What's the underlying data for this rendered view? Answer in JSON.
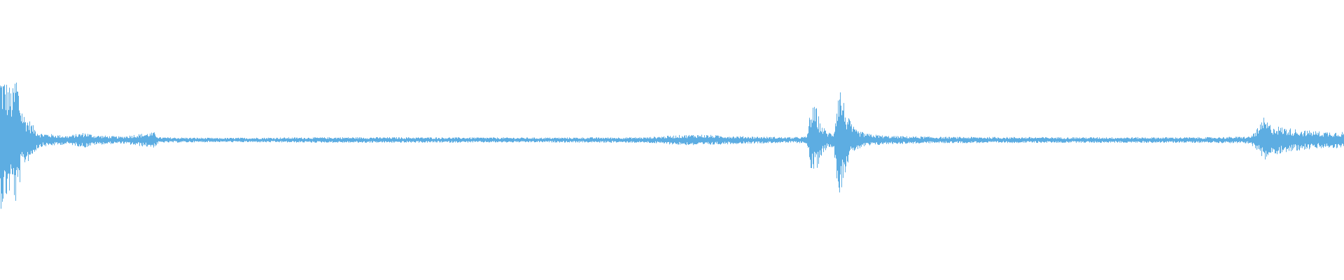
{
  "waveform": {
    "color": "#5dade2",
    "background": "#ffffff",
    "amplitude_profile": [
      [
        0.0,
        0.98
      ],
      [
        0.003,
        0.9
      ],
      [
        0.006,
        0.8
      ],
      [
        0.009,
        0.7
      ],
      [
        0.012,
        1.0
      ],
      [
        0.015,
        0.55
      ],
      [
        0.018,
        0.35
      ],
      [
        0.021,
        0.3
      ],
      [
        0.024,
        0.22
      ],
      [
        0.027,
        0.14
      ],
      [
        0.03,
        0.1
      ],
      [
        0.04,
        0.08
      ],
      [
        0.05,
        0.06
      ],
      [
        0.063,
        0.11
      ],
      [
        0.07,
        0.07
      ],
      [
        0.09,
        0.05
      ],
      [
        0.1,
        0.08
      ],
      [
        0.105,
        0.09
      ],
      [
        0.11,
        0.1
      ],
      [
        0.115,
        0.11
      ],
      [
        0.118,
        0.04
      ],
      [
        0.16,
        0.03
      ],
      [
        0.2,
        0.035
      ],
      [
        0.25,
        0.04
      ],
      [
        0.3,
        0.04
      ],
      [
        0.4,
        0.035
      ],
      [
        0.48,
        0.04
      ],
      [
        0.505,
        0.07
      ],
      [
        0.52,
        0.08
      ],
      [
        0.54,
        0.06
      ],
      [
        0.56,
        0.05
      ],
      [
        0.59,
        0.04
      ],
      [
        0.6,
        0.05
      ],
      [
        0.603,
        0.45
      ],
      [
        0.607,
        0.48
      ],
      [
        0.61,
        0.25
      ],
      [
        0.615,
        0.12
      ],
      [
        0.62,
        0.1
      ],
      [
        0.624,
        0.83
      ],
      [
        0.627,
        0.6
      ],
      [
        0.63,
        0.35
      ],
      [
        0.636,
        0.15
      ],
      [
        0.645,
        0.09
      ],
      [
        0.66,
        0.06
      ],
      [
        0.7,
        0.045
      ],
      [
        0.8,
        0.04
      ],
      [
        0.9,
        0.04
      ],
      [
        0.93,
        0.05
      ],
      [
        0.937,
        0.2
      ],
      [
        0.94,
        0.32
      ],
      [
        0.945,
        0.22
      ],
      [
        0.955,
        0.18
      ],
      [
        0.97,
        0.14
      ],
      [
        0.985,
        0.12
      ],
      [
        1.0,
        0.12
      ]
    ]
  }
}
